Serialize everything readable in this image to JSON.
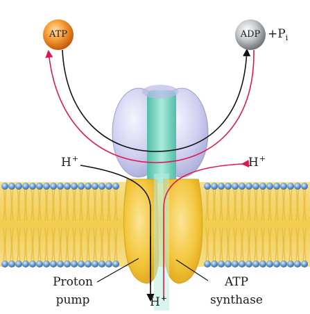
{
  "molecules": {
    "atp": {
      "label": "ATP",
      "color": "#f28a1e"
    },
    "adp": {
      "label": "ADP",
      "color": "#9ea3a8"
    },
    "pi": {
      "plus": "+",
      "base": "P",
      "sub": "i"
    }
  },
  "protons": {
    "left": {
      "base": "H",
      "charge": "+"
    },
    "right": {
      "base": "H",
      "charge": "+"
    },
    "bottom": {
      "base": "H",
      "charge": "+"
    }
  },
  "labels": {
    "proton_pump_line1": "Proton",
    "proton_pump_line2": "pump",
    "atp_synthase_line1": "ATP",
    "atp_synthase_line2": "synthase"
  },
  "colors": {
    "pump_arrow": "#111111",
    "synthase_arrow": "#e0174f",
    "membrane_head": "#4f88c9",
    "membrane_tail": "#f2d15c",
    "protein_yellow": "#f3c93a",
    "protein_lavender": "#c7c9ee",
    "channel_teal": "#74d2bf"
  }
}
